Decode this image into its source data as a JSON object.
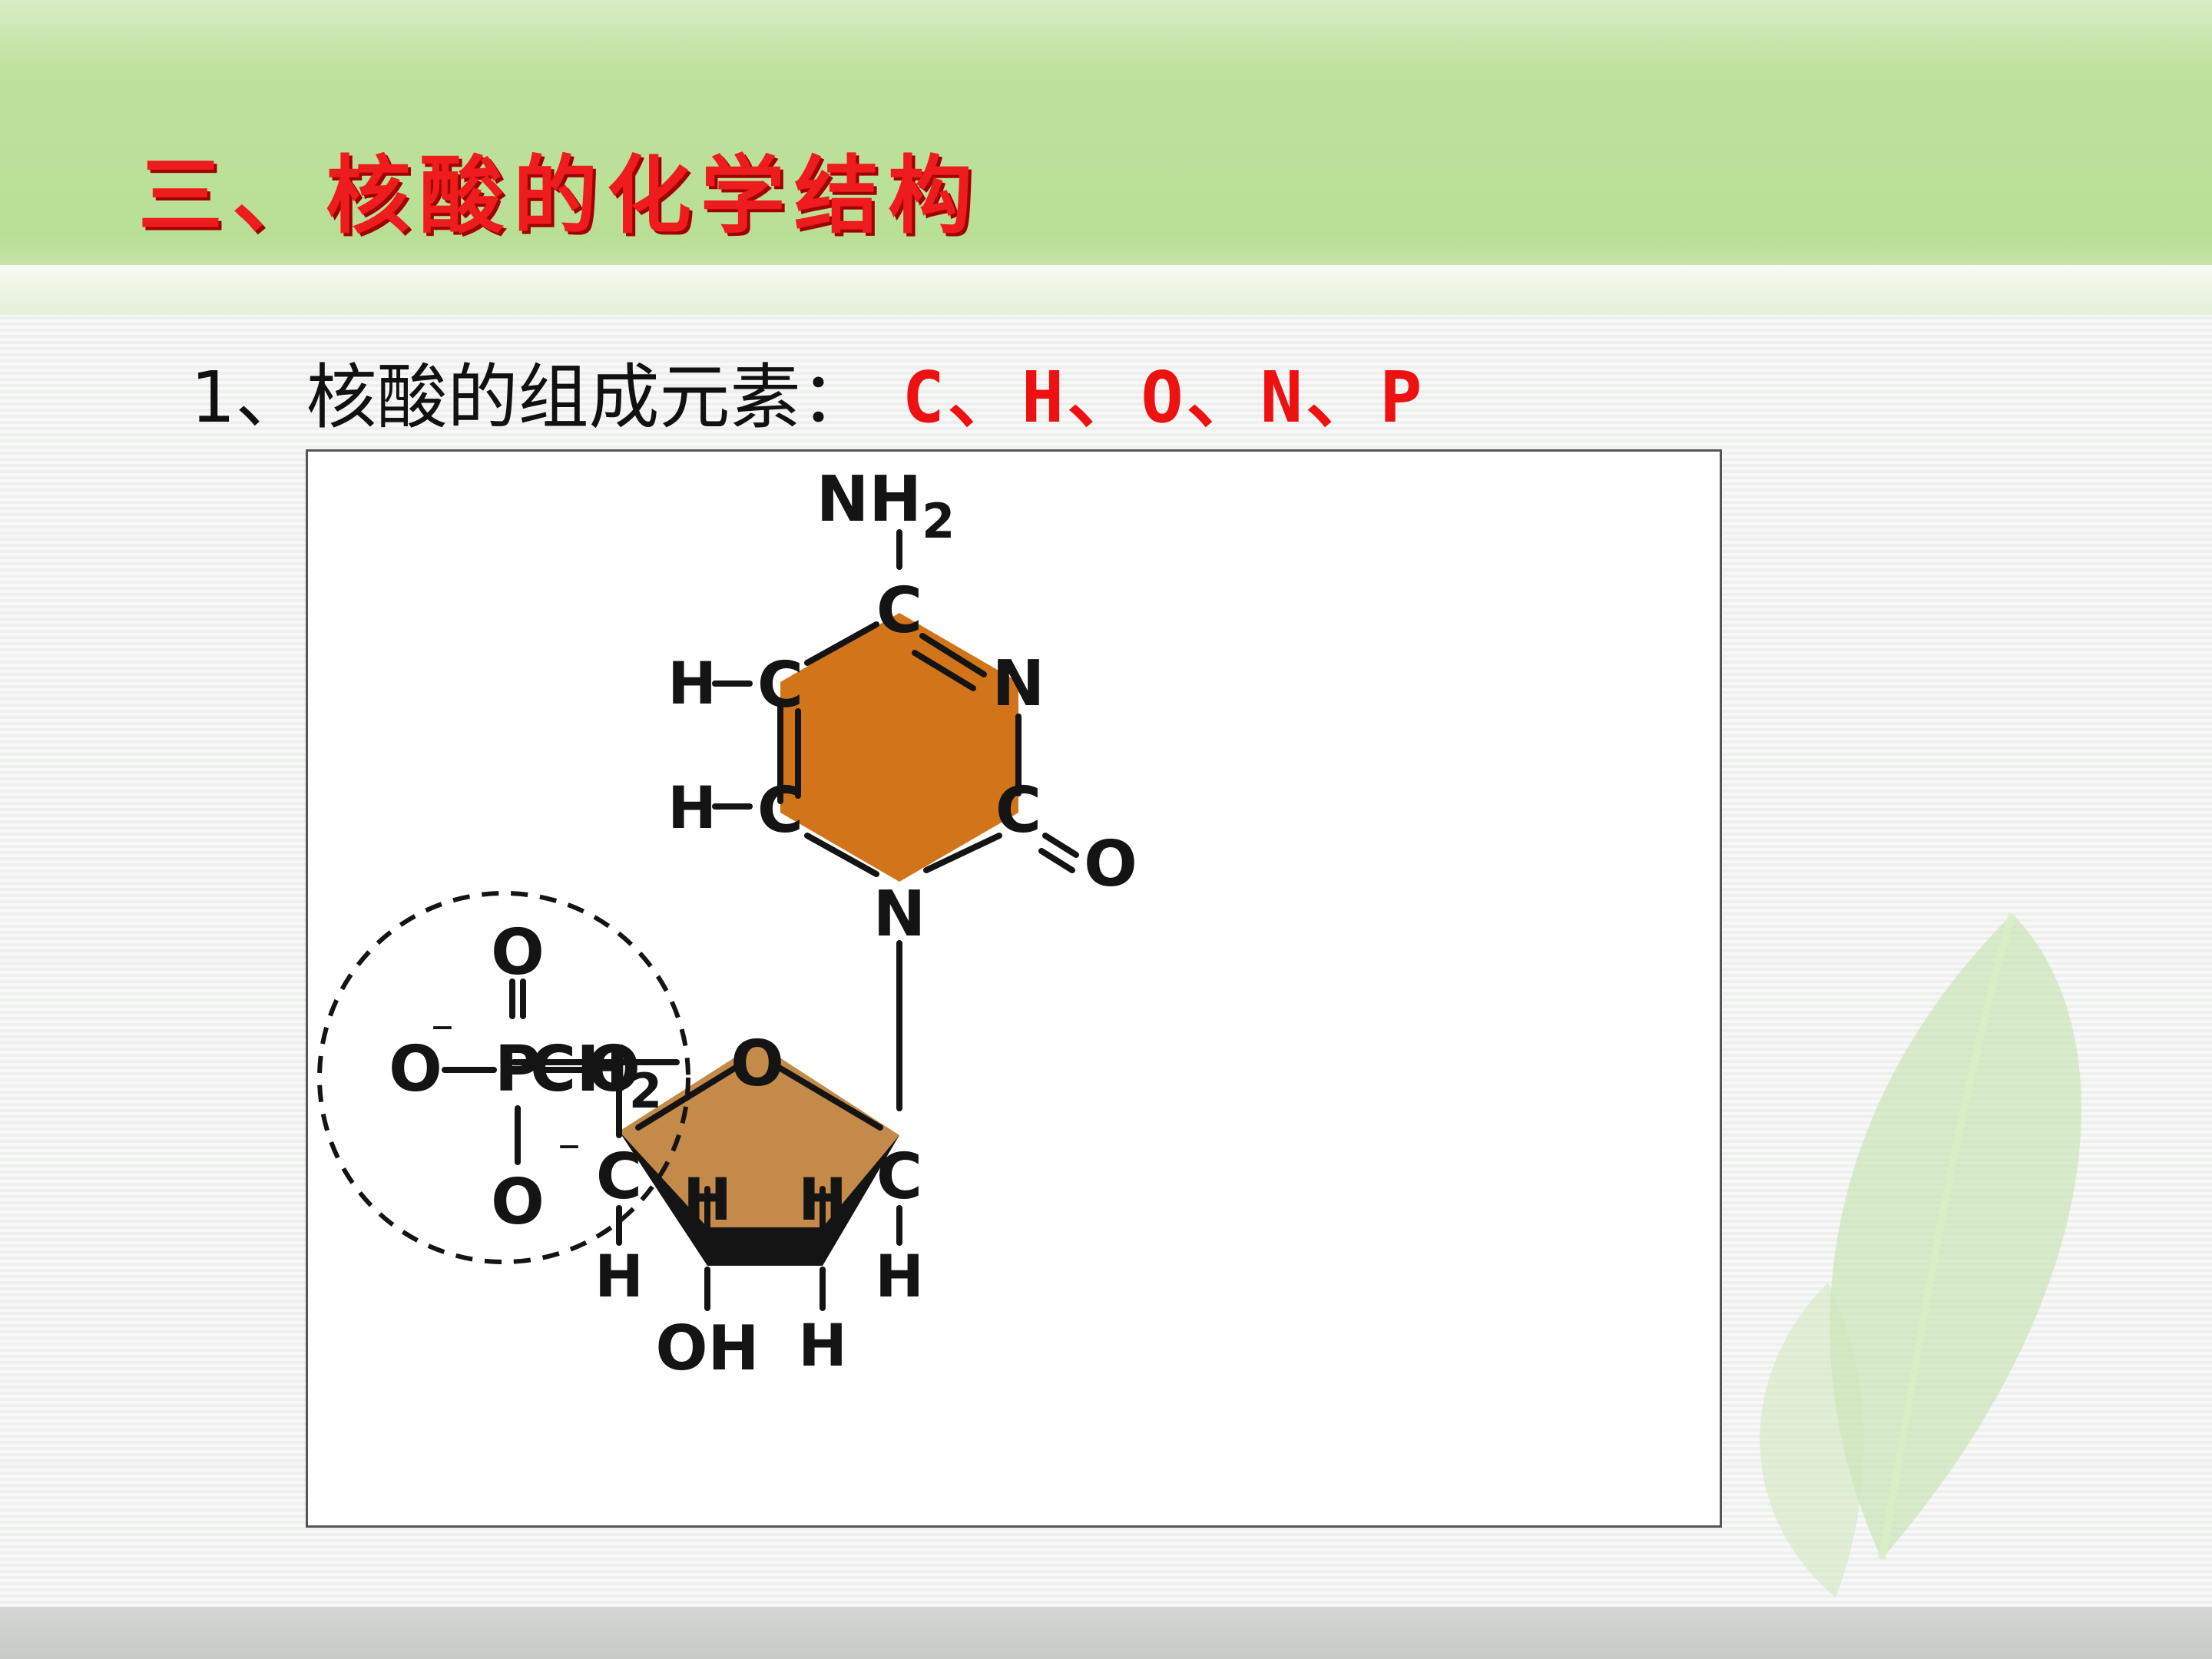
{
  "title": "三、核酸的化学结构",
  "subtitle": {
    "label": "1、核酸的组成元素：",
    "elements": "C、H、O、N、P"
  },
  "diagram": {
    "phosphate": {
      "o_top": "O",
      "o_left": "O",
      "charge_left": "⁻",
      "p": "P",
      "o_right": "O",
      "o_bottom": "O",
      "charge_bottom": "⁻"
    },
    "sugar": {
      "ch2": "CH",
      "ch2_sub": "2",
      "ring_o": "O",
      "c4": "C",
      "c4_h": "H",
      "c1": "C",
      "c1_h": "H",
      "c3_h_up": "H",
      "c2_h_up": "H",
      "oh": "OH",
      "c2_h_down": "H"
    },
    "base": {
      "nh2": "NH",
      "nh2_sub": "2",
      "c_top": "C",
      "n_right": "N",
      "c_right": "C",
      "o_carbonyl": "O",
      "n_bottom": "N",
      "c_left_bottom": "C",
      "h_left_bottom": "H",
      "c_left_top": "C",
      "h_left_top": "H"
    },
    "colors": {
      "base_fill": "#d2751a",
      "sugar_fill": "#c48a49",
      "bond": "#141414"
    }
  }
}
